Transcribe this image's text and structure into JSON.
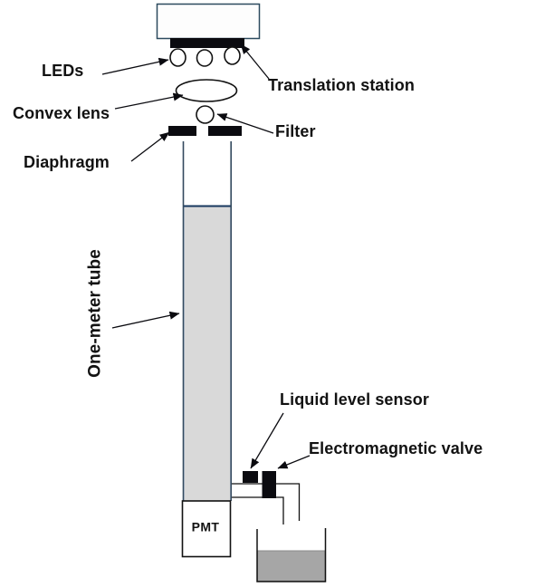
{
  "diagram": {
    "kind": "experimental-apparatus-schematic",
    "description": "Optical measurement setup with LED source above a one-meter liquid tube, PMT detector and drain valve into a beaker",
    "labels": {
      "leds": "LEDs",
      "translation_station": "Translation station",
      "convex_lens": "Convex lens",
      "filter": "Filter",
      "diaphragm": "Diaphragm",
      "one_meter_tube": "One-meter tube",
      "liquid_level_sensor": "Liquid level sensor",
      "electromagnetic_valve": "Electromagnetic valve",
      "pmt": "PMT"
    },
    "components": [
      "translation-station-box",
      "translation-station-bar",
      "led-array (3 circles)",
      "convex-lens-ellipse",
      "filter-circle",
      "diaphragm-slits (2 black bars)",
      "one-meter-tube with liquid column",
      "pmt-detector-box",
      "drain-pipe",
      "liquid-level-sensor-block",
      "electromagnetic-valve-block",
      "beaker with liquid"
    ],
    "colors": {
      "background": "#ffffff",
      "ink_black": "#0b0b10",
      "outline_dark": "#1a1a1a",
      "tube_wall_blue": "#33495e",
      "box_border_blue": "#2c4a5e",
      "tube_liquid_gray": "#d9d9d9",
      "liquid_surface_navy": "#17375e",
      "liquid_edge_light_blue": "#ccd6e4",
      "beaker_liquid_gray": "#a6a6a6",
      "beaker_liquid_border": "#8c8c8c",
      "label_text": "#121212"
    }
  }
}
